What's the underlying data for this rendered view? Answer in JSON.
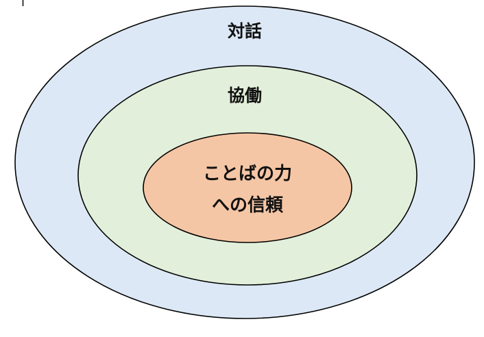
{
  "diagram": {
    "type": "nested-ellipses",
    "rings": [
      {
        "label": "対話",
        "fill": "#dce8f5",
        "stroke": "#000000"
      },
      {
        "label": "協働",
        "fill": "#e2efda",
        "stroke": "#000000"
      },
      {
        "label_lines": [
          "ことばの力",
          "への信頼"
        ],
        "fill": "#f5c6a5",
        "stroke": "#000000"
      }
    ]
  }
}
